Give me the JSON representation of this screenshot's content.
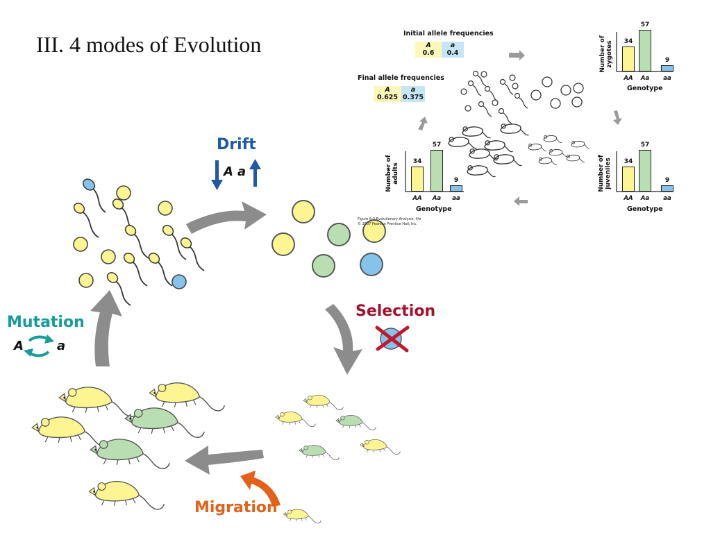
{
  "slide": {
    "title": "III. 4 modes of Evolution"
  },
  "cycle": {
    "drift": {
      "label": "Drift",
      "allele_A": "A",
      "allele_a": "a"
    },
    "selection": {
      "label": "Selection"
    },
    "mutation": {
      "label": "Mutation",
      "allele_A": "A",
      "allele_a": "a"
    },
    "migration": {
      "label": "Migration"
    }
  },
  "inset": {
    "initial": {
      "title": "Initial allele frequencies",
      "header_A": "A",
      "header_a": "a",
      "value_A": "0.6",
      "value_a": "0.4"
    },
    "final": {
      "title": "Final allele frequencies",
      "header_A": "A",
      "header_a": "a",
      "value_A": "0.625",
      "value_a": "0.375"
    },
    "credit_line1": "Figure 6-3  Evolutionary Analysis, 4/e",
    "credit_line2": "© 2007 Pearson Prentice Hall, Inc.",
    "colors": {
      "AA": "#fdf592",
      "Aa": "#b9deb2",
      "aa": "#86c3ea"
    }
  },
  "chart_data": [
    {
      "type": "bar",
      "categories": [
        "AA",
        "Aa",
        "aa"
      ],
      "values": [
        34,
        57,
        9
      ],
      "xlabel": "Genotype",
      "ylabel": "Number of zygotes"
    },
    {
      "type": "bar",
      "categories": [
        "AA",
        "Aa",
        "aa"
      ],
      "values": [
        34,
        57,
        9
      ],
      "xlabel": "Genotype",
      "ylabel": "Number of juveniles"
    },
    {
      "type": "bar",
      "categories": [
        "AA",
        "Aa",
        "aa"
      ],
      "values": [
        34,
        57,
        9
      ],
      "xlabel": "Genotype",
      "ylabel": "Number of adults"
    }
  ]
}
